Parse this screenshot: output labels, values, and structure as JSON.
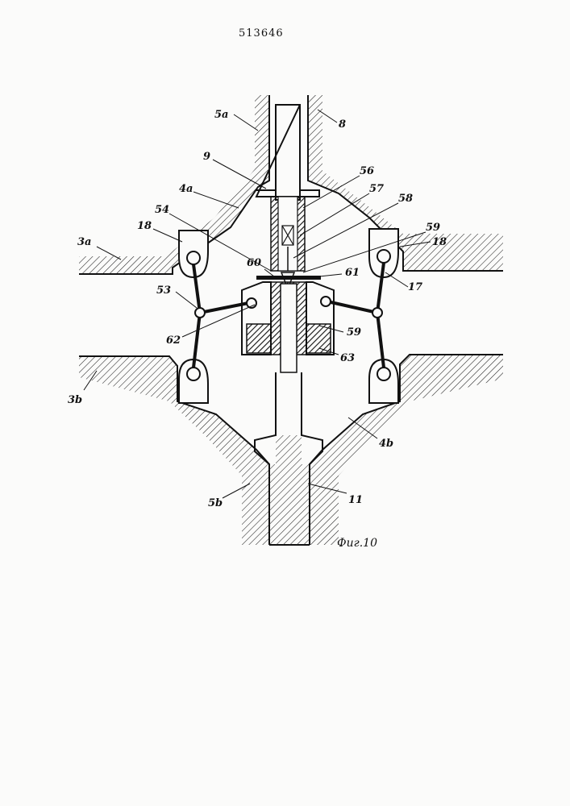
{
  "document": {
    "patent_number": "513646",
    "figure_caption": "Фиг.10"
  },
  "labels": {
    "l_5a": "5a",
    "l_8": "8",
    "l_9": "9",
    "l_4a": "4a",
    "l_56": "56",
    "l_57": "57",
    "l_58": "58",
    "l_54": "54",
    "l_18_left": "18",
    "l_59_top": "59",
    "l_18_right": "18",
    "l_3a": "3a",
    "l_60": "60",
    "l_61": "61",
    "l_17": "17",
    "l_53": "53",
    "l_62": "62",
    "l_59_bottom": "59",
    "l_63": "63",
    "l_3b": "3b",
    "l_4b": "4b",
    "l_5b": "5b",
    "l_11": "11"
  }
}
